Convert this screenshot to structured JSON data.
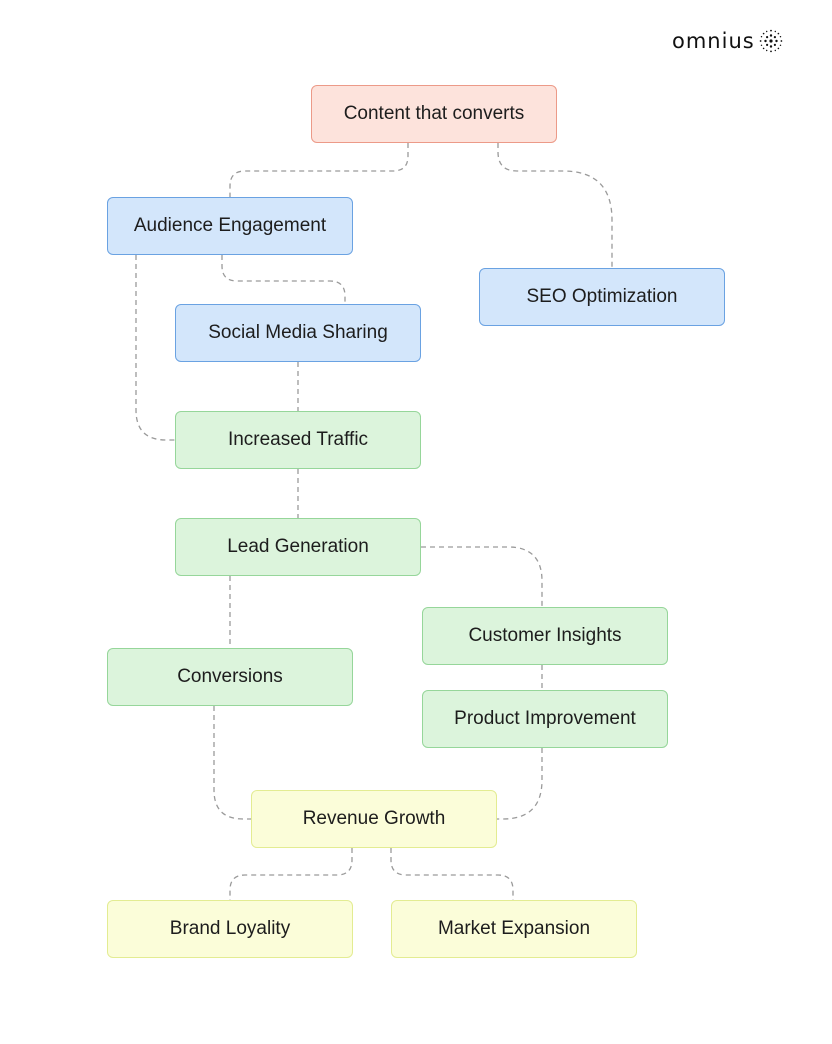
{
  "logo": {
    "text": "omnius"
  },
  "nodes": {
    "root": "Content that converts",
    "audience": "Audience Engagement",
    "seo": "SEO Optimization",
    "social": "Social Media Sharing",
    "traffic": "Increased Traffic",
    "lead": "Lead Generation",
    "insights": "Customer Insights",
    "conversions": "Conversions",
    "product": "Product Improvement",
    "revenue": "Revenue Growth",
    "loyalty": "Brand Loyality",
    "market": "Market Expansion"
  },
  "colors": {
    "root": "#fde3dc",
    "engagement": "#d3e6fb",
    "outcome": "#dcf4dc",
    "growth": "#fbfdd9",
    "connector": "#9a9a9a"
  },
  "icons": {
    "logo_mark": "dotted-sphere-icon"
  }
}
